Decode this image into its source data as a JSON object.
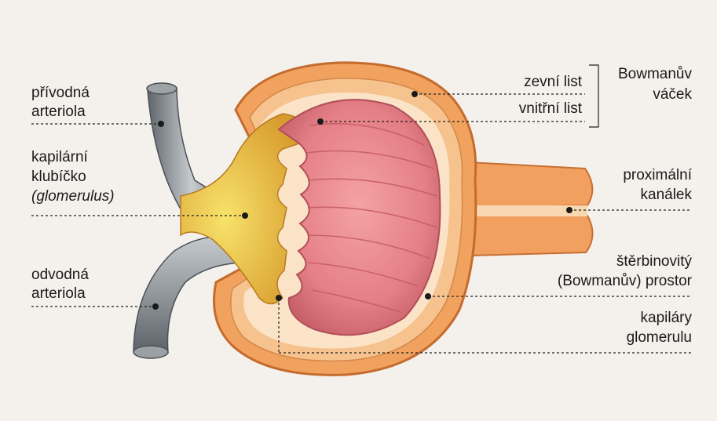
{
  "labels": {
    "afferent_line1": "přívodná",
    "afferent_line2": "arteriola",
    "glomerulus_line1": "kapilární",
    "glomerulus_line2": "klubíčko",
    "glomerulus_line3": "(glomerulus)",
    "efferent_line1": "odvodná",
    "efferent_line2": "arteriola",
    "outer_layer": "zevní list",
    "inner_layer": "vnitřní list",
    "bowman_line1": "Bowmanův",
    "bowman_line2": "váček",
    "proximal_line1": "proximální",
    "proximal_line2": "kanálek",
    "space_line1": "štěrbinovitý",
    "space_line2_italic": "(Bowmanův)",
    "space_line2_rest": "prostor",
    "capillary_line1": "kapiláry",
    "capillary_line2": "glomerulu"
  },
  "colors": {
    "background": "#f4f1ec",
    "capsule_outer": "#f0a25e",
    "capsule_cell": "#f6c08c",
    "glomerulus": "#e8848a",
    "glomerulus_stroke": "#b8505a",
    "mesangium": "#e9b23a",
    "arteriole": "#8e9499",
    "leader_line": "#222222"
  }
}
